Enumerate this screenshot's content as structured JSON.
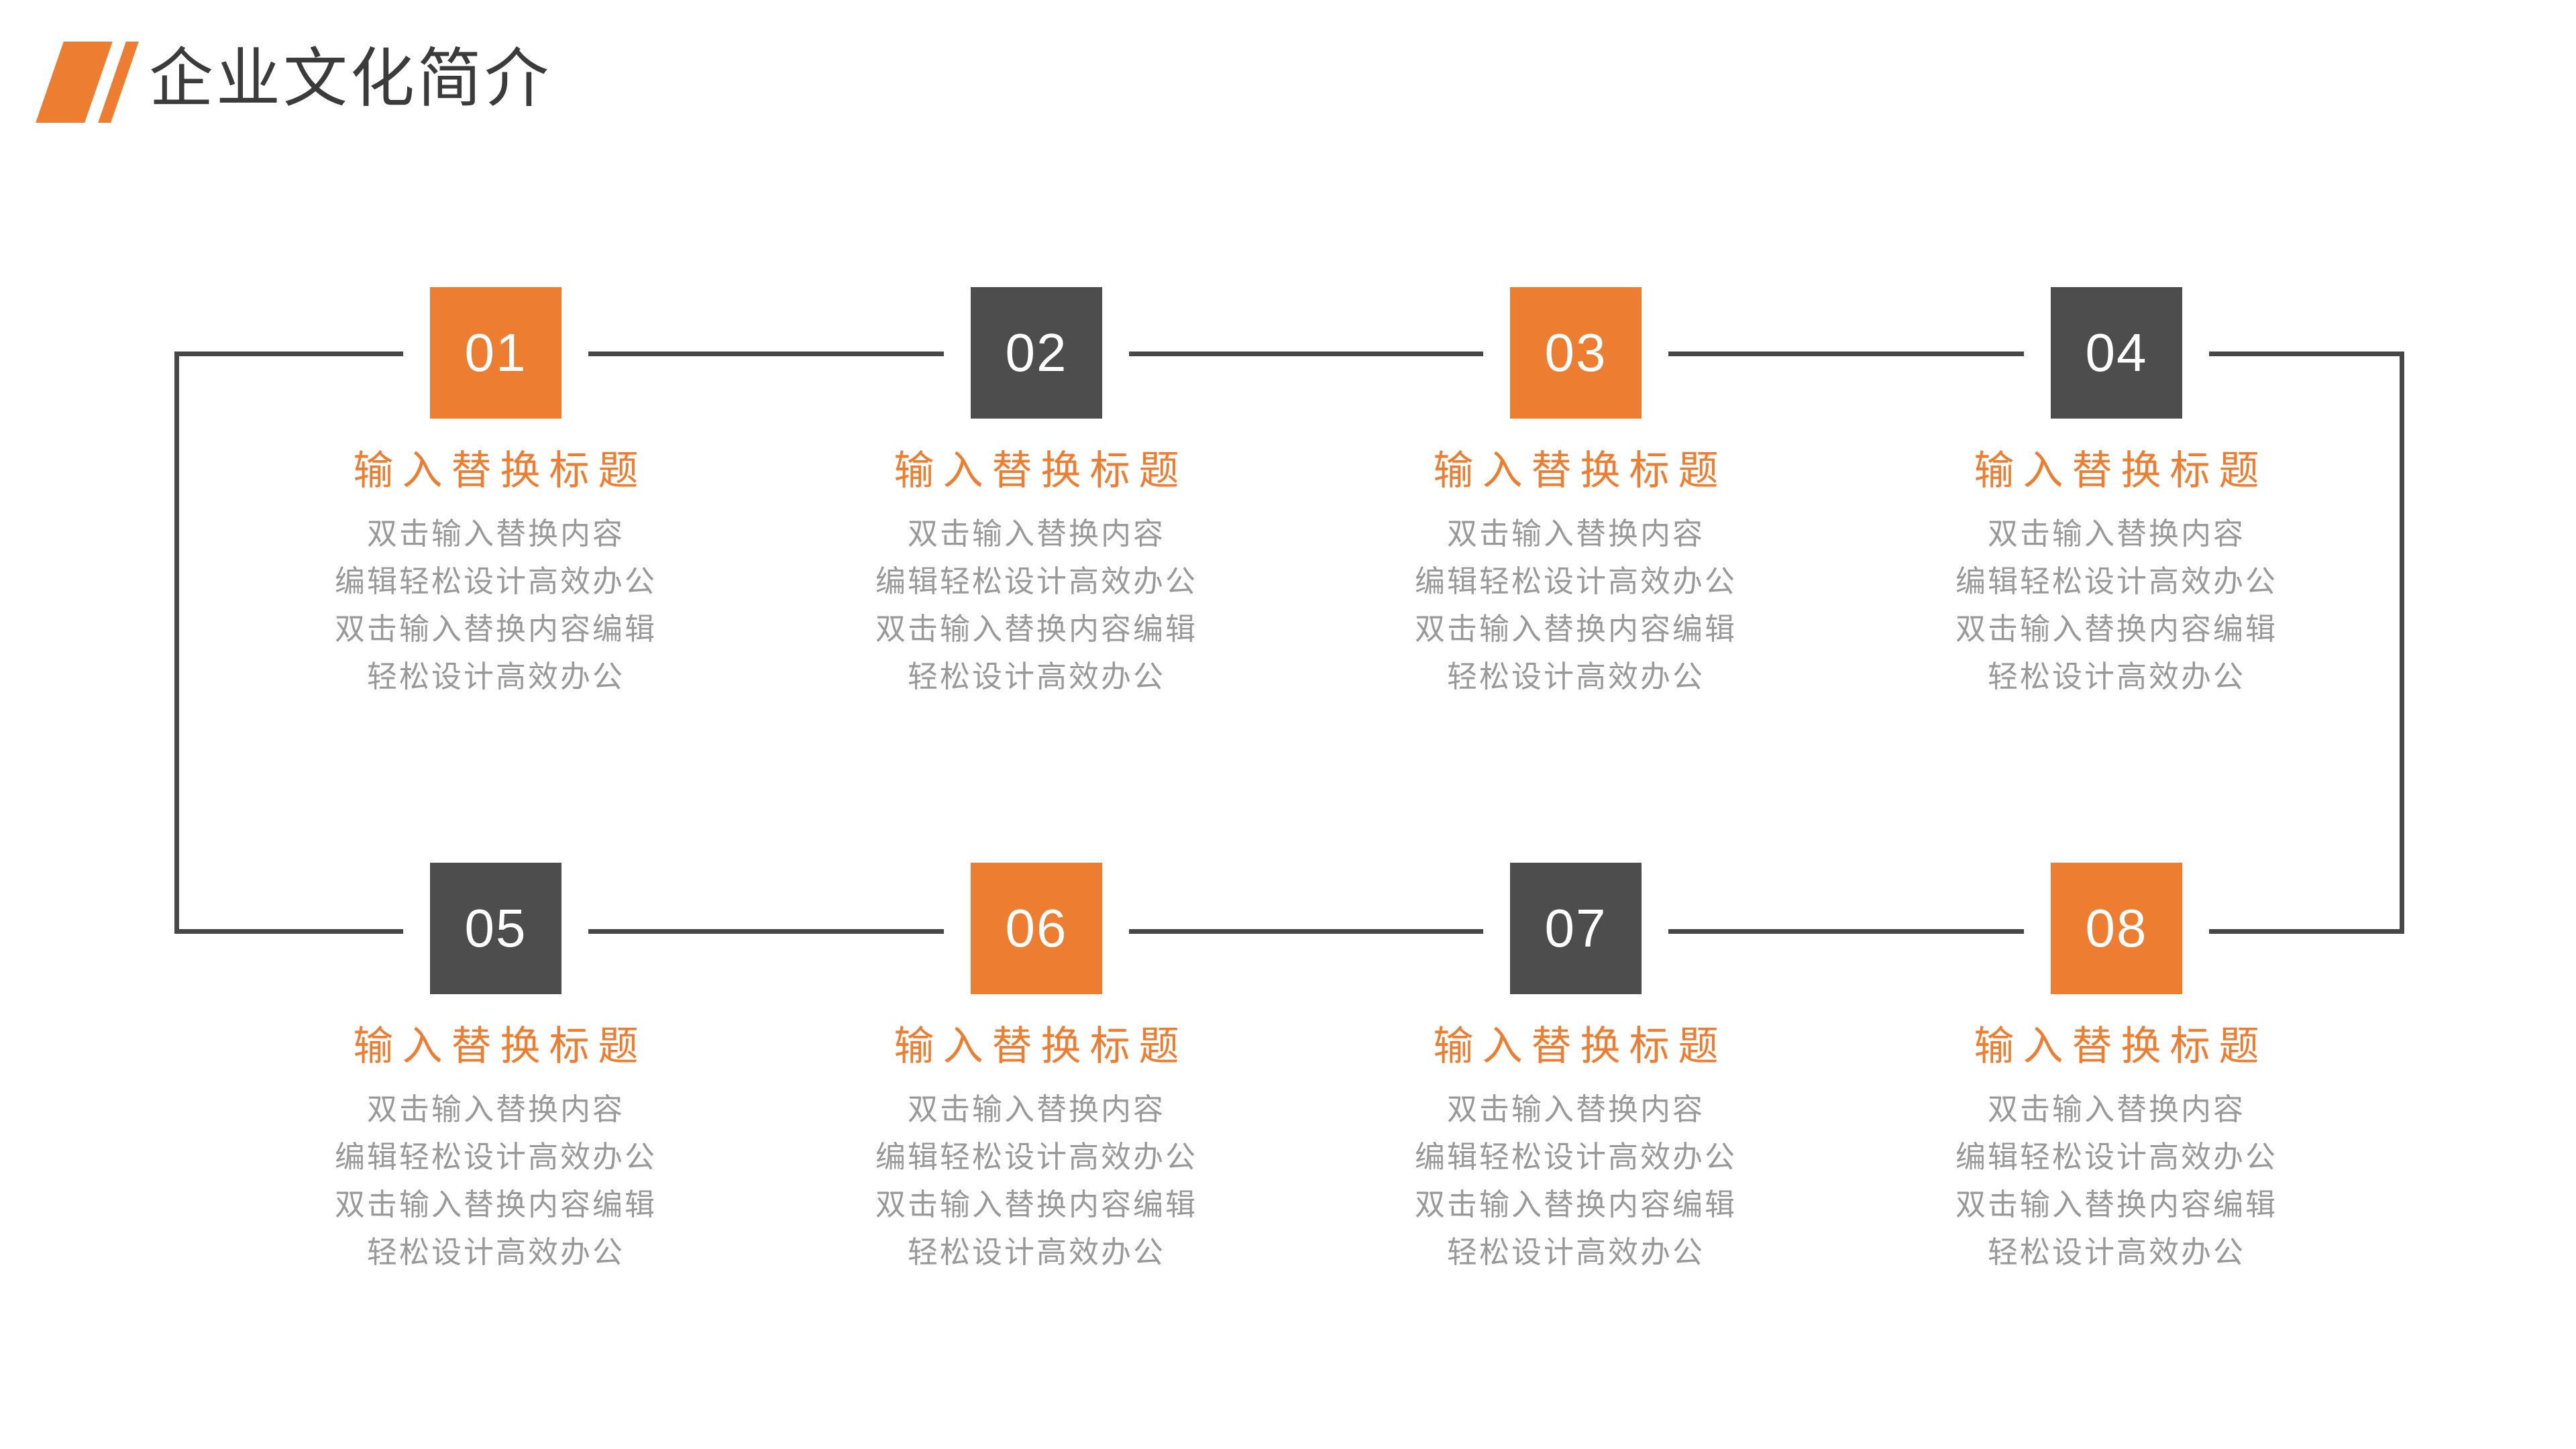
{
  "slide": {
    "title": "企业文化简介"
  },
  "colors": {
    "background": "#FFFFFF",
    "accent_orange": "#ED7D31",
    "box_dark": "#4D4D4D",
    "connector_line": "#474747",
    "title_dark": "#3B3B3B",
    "body_gray": "#999999",
    "number_white": "#FFFFFF"
  },
  "icons": {
    "header_slash": "double-slash-icon"
  },
  "items": [
    {
      "number": "01",
      "color": "orange",
      "title": "输入替换标题",
      "body": "双击输入替换内容\n编辑轻松设计高效办公\n双击输入替换内容编辑\n轻松设计高效办公"
    },
    {
      "number": "02",
      "color": "dark",
      "title": "输入替换标题",
      "body": "双击输入替换内容\n编辑轻松设计高效办公\n双击输入替换内容编辑\n轻松设计高效办公"
    },
    {
      "number": "03",
      "color": "orange",
      "title": "输入替换标题",
      "body": "双击输入替换内容\n编辑轻松设计高效办公\n双击输入替换内容编辑\n轻松设计高效办公"
    },
    {
      "number": "04",
      "color": "dark",
      "title": "输入替换标题",
      "body": "双击输入替换内容\n编辑轻松设计高效办公\n双击输入替换内容编辑\n轻松设计高效办公"
    },
    {
      "number": "05",
      "color": "dark",
      "title": "输入替换标题",
      "body": "双击输入替换内容\n编辑轻松设计高效办公\n双击输入替换内容编辑\n轻松设计高效办公"
    },
    {
      "number": "06",
      "color": "orange",
      "title": "输入替换标题",
      "body": "双击输入替换内容\n编辑轻松设计高效办公\n双击输入替换内容编辑\n轻松设计高效办公"
    },
    {
      "number": "07",
      "color": "dark",
      "title": "输入替换标题",
      "body": "双击输入替换内容\n编辑轻松设计高效办公\n双击输入替换内容编辑\n轻松设计高效办公"
    },
    {
      "number": "08",
      "color": "orange",
      "title": "输入替换标题",
      "body": "双击输入替换内容\n编辑轻松设计高效办公\n双击输入替换内容编辑\n轻松设计高效办公"
    }
  ]
}
